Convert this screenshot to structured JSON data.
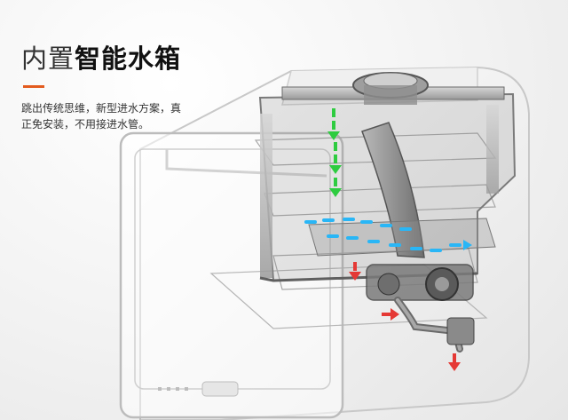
{
  "heading": {
    "prefix": "内置",
    "highlight": "智能水箱"
  },
  "description": {
    "line1": "跳出传统思维，新型进水方案，真",
    "line2": "正免安装，不用接进水管。"
  },
  "colors": {
    "accent": "#e35b1e",
    "water_inflow": "#2ecc40",
    "water_flow": "#29b6f6",
    "drain": "#e53935"
  }
}
